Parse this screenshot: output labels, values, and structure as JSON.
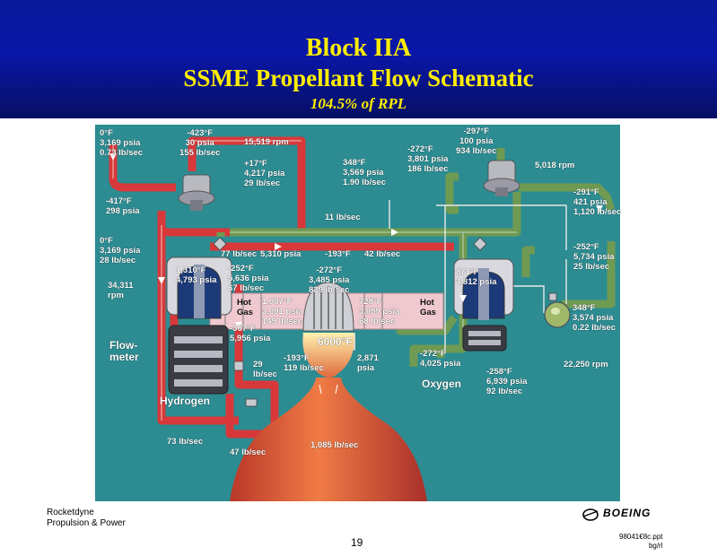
{
  "header": {
    "title_line1": "Block IIA",
    "title_line2": "SSME Propellant Flow Schematic",
    "subtitle": "104.5% of RPL"
  },
  "colors": {
    "header_blue": "#0a16a8",
    "title_yellow": "#ffee00",
    "panel_teal": "#2c8c92",
    "hydrogen_red": "#d8383a",
    "oxygen_green": "#6f9a52",
    "hot_gas_pink": "#f0c8cf",
    "nozzle_orange": "#e06a3c"
  },
  "labels": {
    "fuel_inlet_top": "0°F\n3,169 psia\n0.73 lb/sec",
    "lpfp_discharge": "-423°F\n30 psia\n155 lb/sec",
    "lpfp_speed": "15,519 rpm",
    "lpft_inlet": "+17°F\n4,217 psia\n29 lb/sec",
    "h2_line": "-417°F\n298 psia",
    "fuel_return": "0°F\n3,169 psia\n28 lb/sec",
    "hpfp_speed": "34,311\nrpm",
    "flowmeter": "Flow-\nmeter",
    "hydrogen": "Hydrogen",
    "fuel_preburner": "1,310°F\n4,793 psia",
    "fuel_pb_inlet": "-252°F\n5,636 psia\n67 lb/sec",
    "flow_77": "77 lb/sec",
    "psia_5310": "5,310 psia",
    "temp_193": "-193°F",
    "flow_42": "42 lb/sec",
    "flow_11": "11 lb/sec",
    "main_inj": "-272°F\n3,485 psia\n839 lb/sec",
    "hot_gas_fuel": "1,087°F\n3,091 psia\n149 lb/sec",
    "hot_gas_ox": "728°F\n3,099 psia\n68 lb/sec",
    "hot_label_left": "Hot\nGas",
    "hot_label_right": "Hot\nGas",
    "hpfp_discharge": "-367°F\n5,956 psia",
    "flow_29": "29\nlb/sec",
    "chamber_temp": "6000°F",
    "nozzle_cool": "-193°F\n119 lb/sec",
    "chamber_psia": "2,871\npsia",
    "flow_73": "73 lb/sec",
    "flow_47": "47 lb/sec",
    "nozzle_flow": "1,085 lb/sec",
    "lox_inlet_top": "-297°F\n100 psia\n934 lb/sec",
    "lpop_discharge": "-272°F\n3,801 psia\n186 lb/sec",
    "lpop_speed": "5,018 rpm",
    "gox_line": "348°F\n3,569 psia\n1.90 lb/sec",
    "lox_return": "-291°F\n421 psia\n1,120 lb/sec",
    "ox_pb_inlet": "-252°F\n5,734 psia\n25 lb/sec",
    "ox_preburner": "871°F\n4,812 psia",
    "heat_exch": "348°F\n3,574 psia\n0.22 lb/sec",
    "hpop_speed": "22,250 rpm",
    "hpop_discharge": "-272°F\n4,025 psia",
    "oxygen": "Oxygen",
    "hpop_boost": "-258°F\n6,939 psia\n92 lb/sec"
  },
  "footer": {
    "company": "Rocketdyne\nPropulsion & Power",
    "page_number": "19",
    "file_ref": "98041€8c.ppt\nbg/rl",
    "logo_text": "BOEING"
  }
}
